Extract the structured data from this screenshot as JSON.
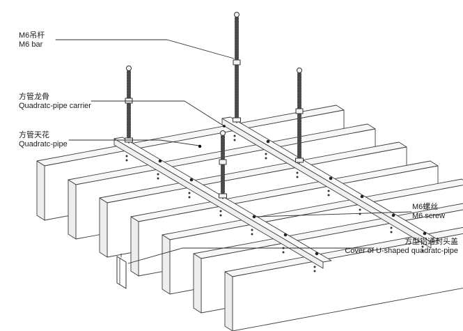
{
  "diagram": {
    "type": "isometric-installation-diagram",
    "subject": "quadratic-pipe suspended ceiling system",
    "labels": {
      "m6_bar": {
        "zh": "M6吊杆",
        "en": "M6 bar"
      },
      "carrier": {
        "zh": "方管龙骨",
        "en": "Quadratc-pipe carrier"
      },
      "pipe": {
        "zh": "方管天花",
        "en": "Quadratc-pipe"
      },
      "m6_screw": {
        "zh": "M6螺丝",
        "en": "M6 screw"
      },
      "cover": {
        "zh": "方型铝通封头盖",
        "en": "Cover of U-shaped  quadratc-pipe"
      }
    },
    "colors": {
      "line": "#3c3c3c",
      "panel_face": "#ffffff",
      "panel_top": "#f6f6f6",
      "panel_end": "#ededed",
      "carrier_face": "#f0f0f0",
      "screw": "#222222"
    }
  }
}
